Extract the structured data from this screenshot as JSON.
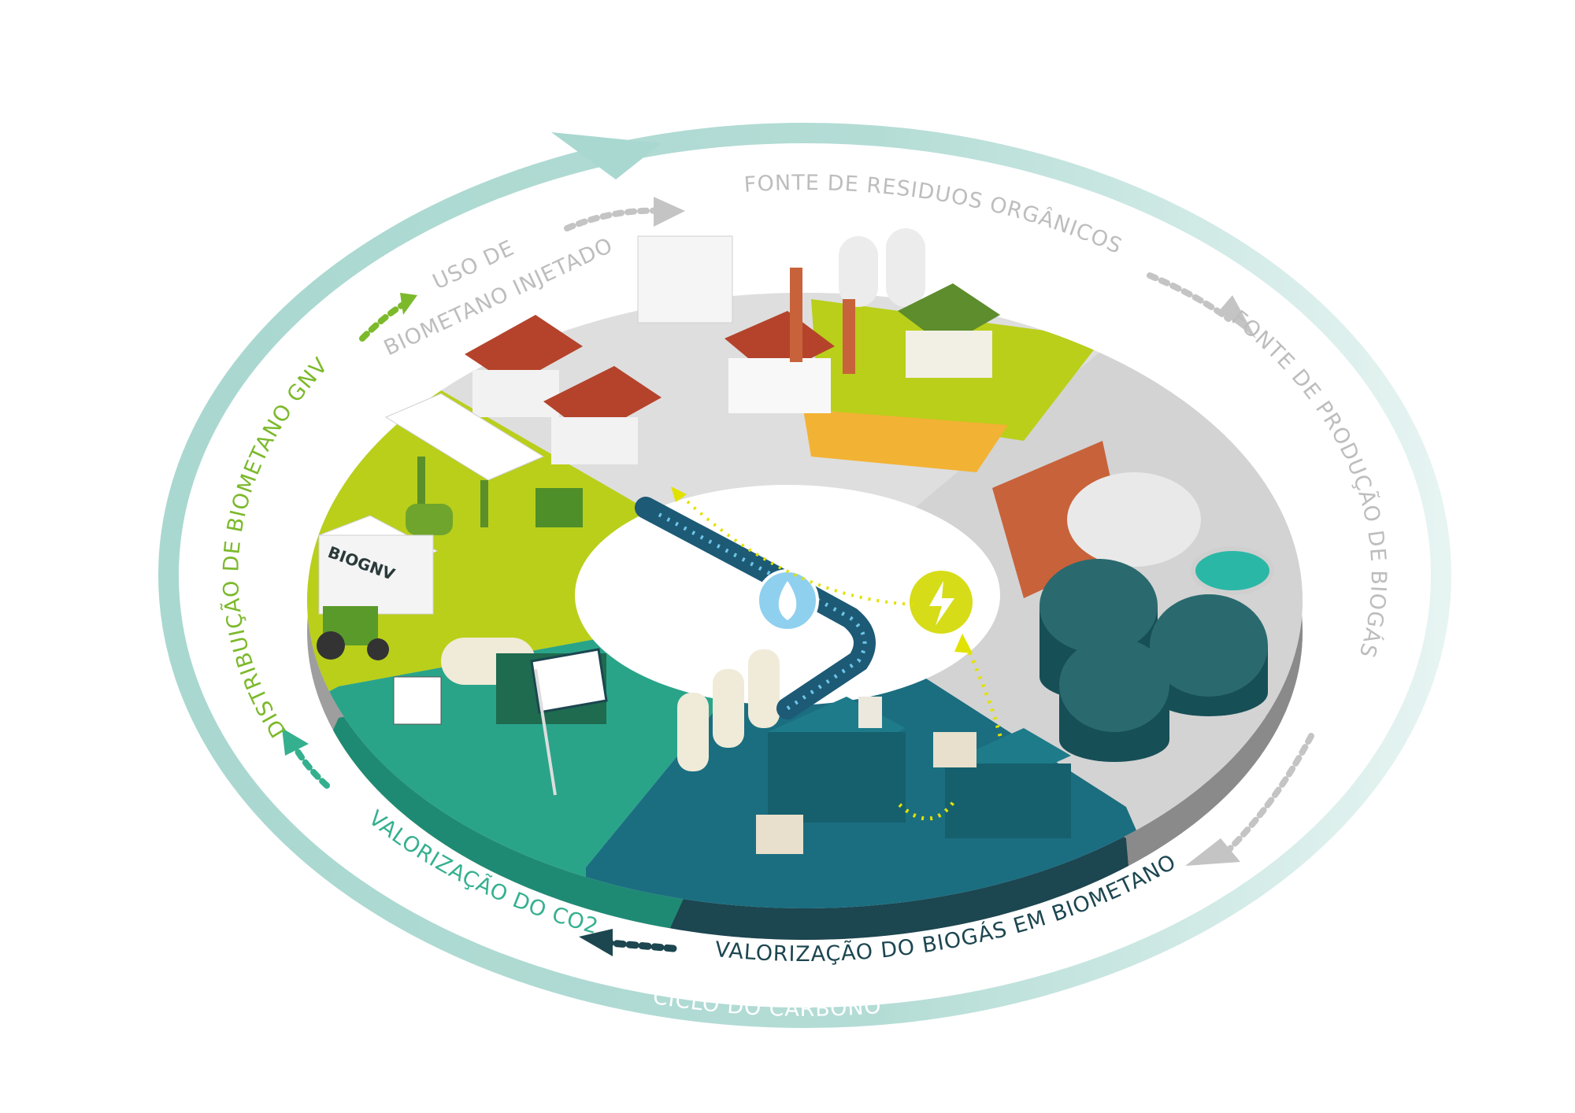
{
  "diagram": {
    "ring_label": "CICLO DO CARBONO",
    "stages": {
      "organic_waste": "FONTE DE RESIDUOS ORGÂNICOS",
      "biogas_production": "FONTE DE PRODUÇÃO DE BIOGÁS",
      "biogas_upgrading": "VALORIZAÇÃO DO BIOGÁS EM BIOMETANO",
      "co2_valorization": "VALORIZAÇÃO DO CO2",
      "gnv_distribution": "DISTRIBUIÇÃO DE BIOMETANO GNV",
      "injected_use_line1": "USO DE",
      "injected_use_line2": "BIOMETANO INJETADO"
    },
    "building_sign": "BIOGNV"
  },
  "colors": {
    "ring": "#a9d8d0",
    "lime": "#b9cf1a",
    "green_teal": "#29a489",
    "dark_teal": "#1b6e80",
    "gray": "#d7d7d7",
    "gray_text": "#bdbdbd",
    "dark_text": "#1c4650",
    "lime_text": "#7cb92b",
    "teal_text": "#35b08f"
  }
}
